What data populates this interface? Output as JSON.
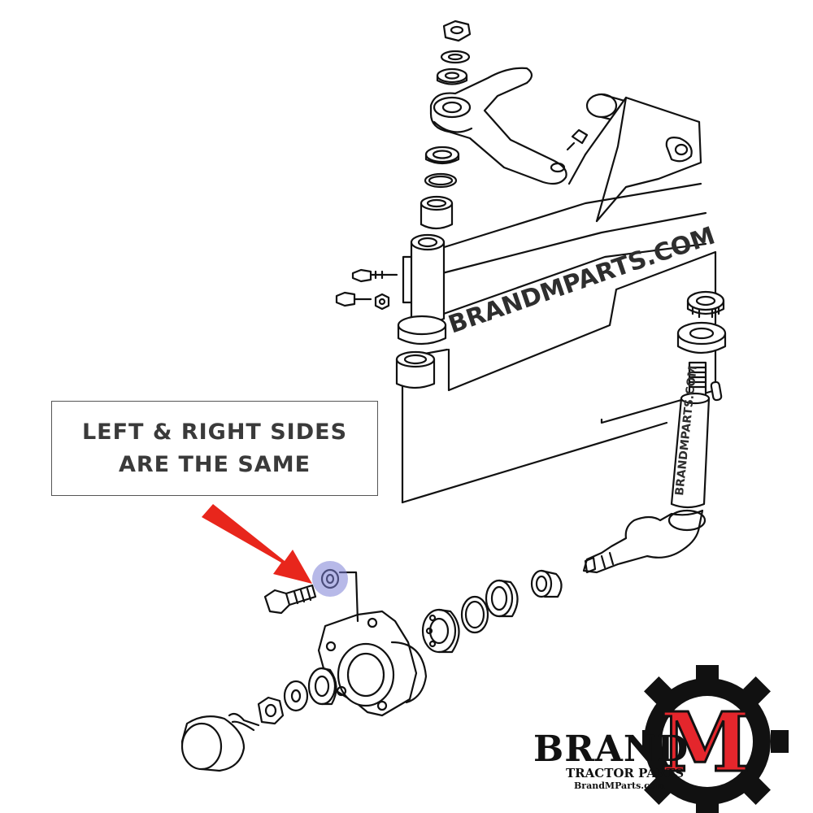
{
  "note": {
    "line1": "LEFT & RIGHT SIDES",
    "line2": "ARE THE SAME"
  },
  "watermarks": {
    "axle": "BRANDMPARTS.COM",
    "spindle": "BRANDMPARTS.COM"
  },
  "logo": {
    "brand": "BRAND",
    "letter": "M",
    "tagline": "TRACTOR PARTS",
    "url": "BrandMParts.com"
  },
  "colors": {
    "arrow": "#e8261c",
    "highlight": "#7b7fd6",
    "logo_red": "#e4262c",
    "ink": "#111111"
  },
  "icons": {
    "pointer": "red-arrow-icon",
    "gear": "gear-icon"
  }
}
